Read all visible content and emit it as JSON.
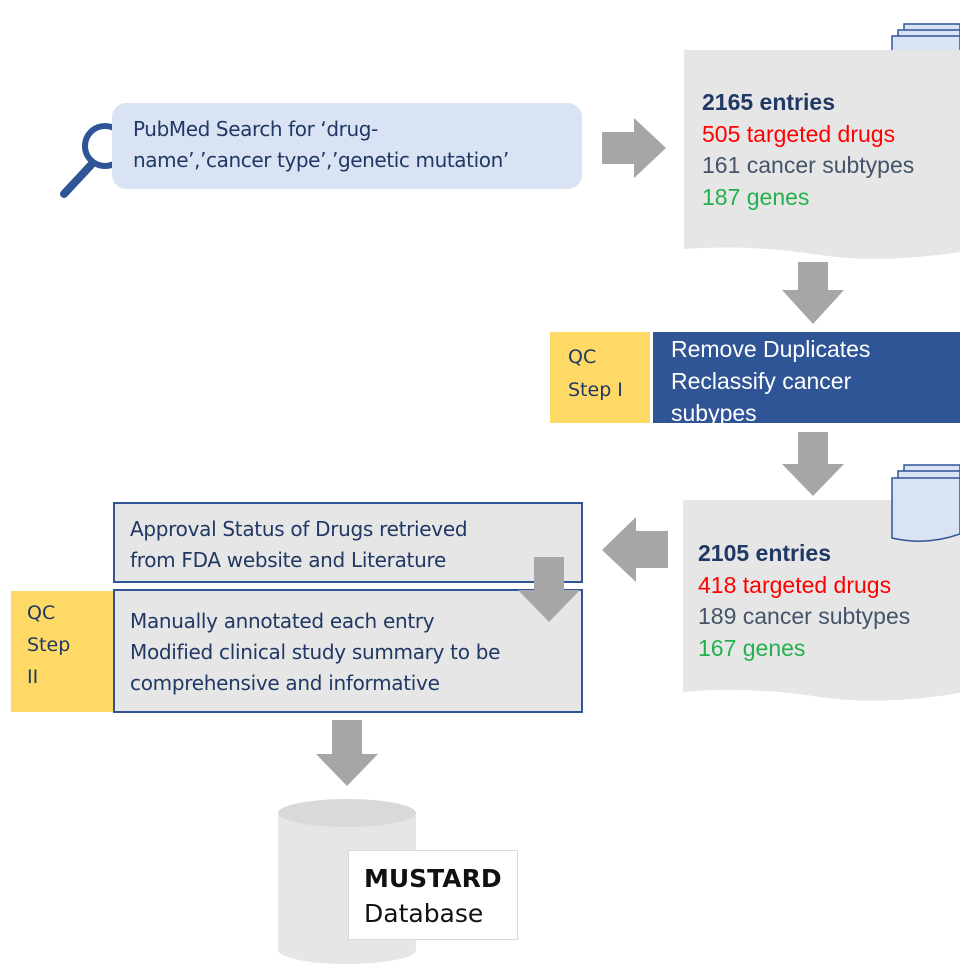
{
  "search": {
    "line1": "PubMed Search for ‘drug-",
    "line2": "name’,’cancer type’,’genetic mutation’"
  },
  "result1": {
    "entries": "2165 entries",
    "drugs": "505 targeted drugs",
    "subtypes": "161 cancer subtypes",
    "genes": "187 genes"
  },
  "qc1": {
    "label_line1": "QC",
    "label_line2": "Step I",
    "line1": "Remove Duplicates",
    "line2": "Reclassify cancer",
    "line3": "subypes"
  },
  "result2": {
    "entries": "2105 entries",
    "drugs": "418 targeted drugs",
    "subtypes": "189 cancer subtypes",
    "genes": "167 genes"
  },
  "approval": {
    "line1": "Approval Status of Drugs retrieved",
    "line2": "from FDA website and Literature"
  },
  "qc2": {
    "label_line1": "QC",
    "label_line2": "Step",
    "label_line3": "II",
    "line1": "Manually annotated each entry",
    "line2": "Modified clinical study summary to be",
    "line3": "comprehensive and informative"
  },
  "database": {
    "name": "MUSTARD",
    "label": "Database"
  },
  "colors": {
    "entries": "#1f3864",
    "drugs": "#ff0000",
    "subtypes": "#44546a",
    "genes": "#22b14c",
    "qc_yellow": "#ffd966",
    "qc_blue": "#2f5597",
    "arrow": "#a6a6a6"
  }
}
